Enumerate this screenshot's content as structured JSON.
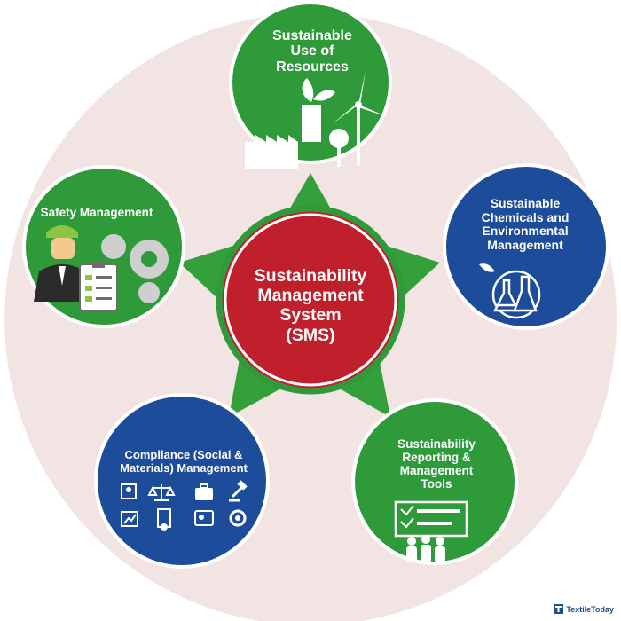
{
  "diagram": {
    "center": {
      "title": "Sustainability\nManagement\nSystem\n(SMS)"
    },
    "nodes": {
      "top": {
        "title": "Sustainable\nUse of\nResources"
      },
      "right": {
        "title": "Sustainable\nChemicals and\nEnvironmental\nManagement"
      },
      "left": {
        "title": "Safety Management"
      },
      "bottom_left": {
        "title": "Compliance (Social &\nMaterials) Management"
      },
      "bottom_right": {
        "title": "Sustainability\nReporting &\nManagement\nTools"
      }
    },
    "colors": {
      "background_circle": "#f3e4e4",
      "green": "#2e9a3a",
      "red": "#c0202c",
      "blue": "#1c4c9a",
      "white": "#ffffff"
    }
  },
  "brand": {
    "name": "TextileToday",
    "icon": "textile-today-logo-icon"
  }
}
